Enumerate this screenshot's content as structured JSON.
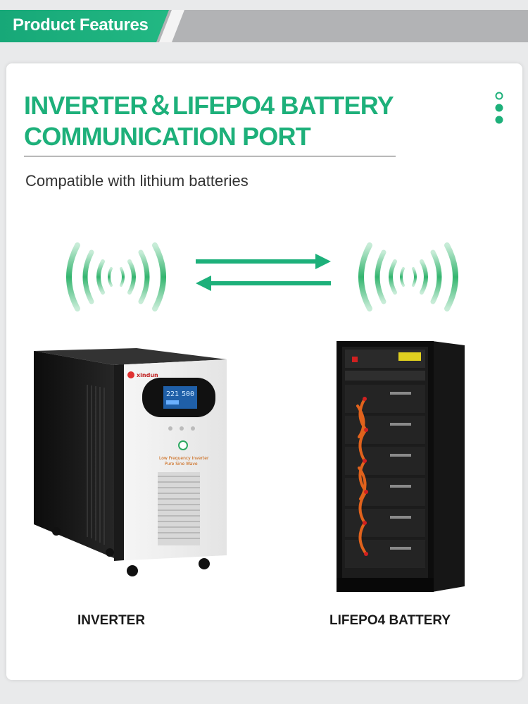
{
  "header": {
    "title": "Product Features"
  },
  "headline": {
    "line1": "INVERTER＆LIFEPO4 BATTERY",
    "line2": "COMMUNICATION PORT"
  },
  "subtitle": "Compatible with lithium batteries",
  "devices": {
    "left": {
      "label": "INVERTER",
      "brand": "xindun",
      "display_left": "221",
      "display_right": "500",
      "panel_line1": "Low Frequency Inverter",
      "panel_line2": "Pure Sine Wave"
    },
    "right": {
      "label": "LIFEPO4 BATTERY"
    }
  },
  "colors": {
    "accent": "#1db07a",
    "header_band": "#b2b3b5",
    "label": "#1a1a1a"
  }
}
